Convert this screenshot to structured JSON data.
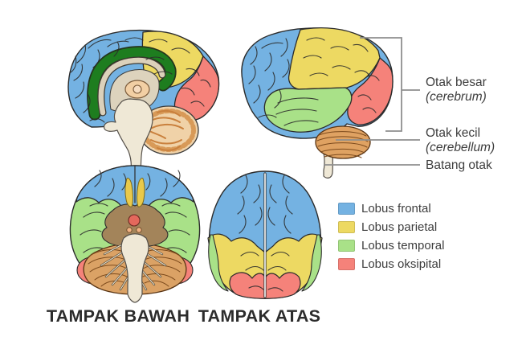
{
  "figure": {
    "title_semantics": "Diagram anatomi otak (brain anatomy diagram)",
    "callout_labels": {
      "otak_besar": {
        "line1": "Otak besar",
        "line2": "(cerebrum)"
      },
      "otak_kecil": {
        "line1": "Otak kecil",
        "line2": "(cerebellum)"
      },
      "batang_otak": {
        "label": "Batang otak"
      }
    },
    "view_titles": {
      "bottom_view": "TAMPAK BAWAH",
      "top_view": "TAMPAK ATAS"
    },
    "legend": {
      "items": [
        {
          "label": "Lobus frontal",
          "color": "#74b2e2"
        },
        {
          "label": "Lobus parietal",
          "color": "#edd962"
        },
        {
          "label": "Lobus temporal",
          "color": "#a9e188"
        },
        {
          "label": "Lobus oksipital",
          "color": "#f5827a"
        }
      ]
    },
    "colors": {
      "lobe_frontal": "#74b2e2",
      "lobe_parietal": "#edd962",
      "lobe_temporal": "#a9e188",
      "lobe_oksipital": "#f5827a",
      "cingulate_green": "#1e7d1f",
      "cerebellum_orange": "#dfa262",
      "brainstem_beige": "#efe8d6",
      "corpus_callosum_beige": "#dcd1bb",
      "central_brown": "#a3845a",
      "olfactory_yellow": "#e9c94b",
      "outline": "#2b2b2b",
      "leader_line_gray": "#8f8f8f",
      "label_text": "#3d3d3d",
      "title_text": "#2c2c2c",
      "background": "#ffffff"
    }
  }
}
